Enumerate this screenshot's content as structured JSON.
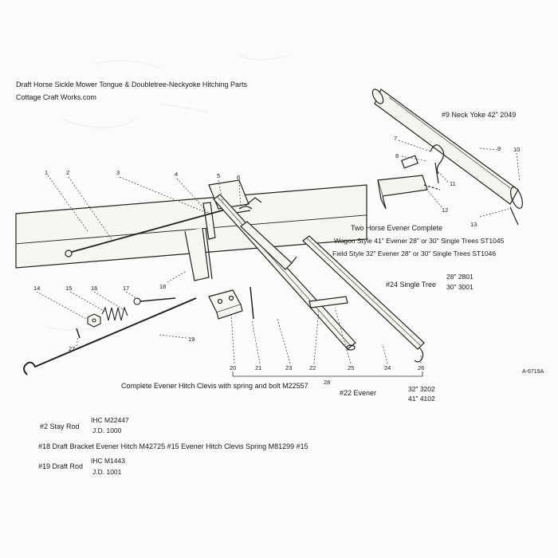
{
  "header": {
    "title": "Draft Horse Sickle Mower Tongue & Doubletree-Neckyoke Hitching Parts",
    "site": "Cottage Craft Works.com"
  },
  "labels": {
    "neck_yoke": "#9  Neck Yoke 42\" 2049",
    "evener_title": "Two Horse Evener Complete",
    "wagon_style": "Wagon Style 41\" Evener 28\" or 30\" Single Trees ST1045",
    "field_style": "Field Style 32\" Evener 28\" or 30\" Single Trees ST1046",
    "single_tree_tag": "#24  Single Tree",
    "single_tree_a": "28\" 2801",
    "single_tree_b": "30\" 3001",
    "clevis_complete": "Complete Evener Hitch Clevis with spring and bolt M22557",
    "evener_tag": "#22  Evener",
    "evener_a": "32\" 3202",
    "evener_b": "41\" 4102",
    "drawing_id": "A-6719A"
  },
  "parts": {
    "stay_rod_tag": "#2   Stay Rod",
    "stay_rod_ihc": "IHC M22447",
    "stay_rod_jd": "J.D. 1000",
    "draft_bracket": "#18   Draft Bracket Evener Hitch M42725   #15  Evener Hitch Clevis Spring M81299 #15",
    "draft_rod_tag": "#19   Draft Rod",
    "draft_rod_ihc": "IHC M1443",
    "draft_rod_jd": "J.D. 1001"
  },
  "callouts": [
    "1",
    "2",
    "3",
    "4",
    "5",
    "6",
    "7",
    "8",
    "9",
    "10",
    "11",
    "12",
    "13",
    "14",
    "15",
    "16",
    "17",
    "18",
    "19",
    "20",
    "21",
    "22",
    "23",
    "24",
    "25",
    "26",
    "27",
    "28"
  ]
}
